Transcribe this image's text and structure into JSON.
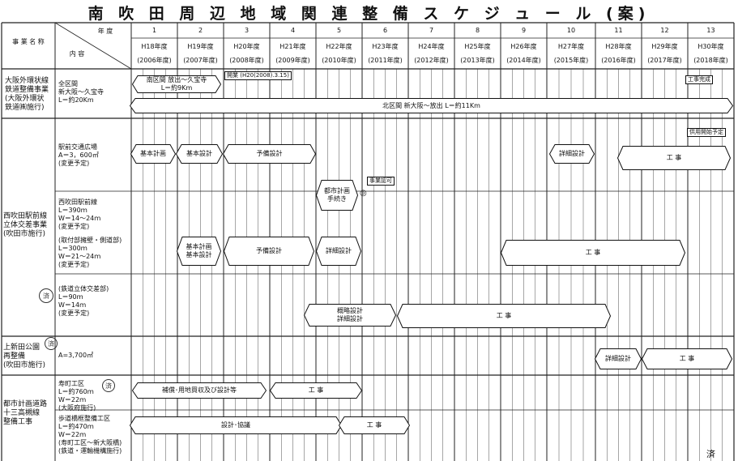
{
  "title": "南 吹 田 周 辺 地 域 関 連 整 備 ス ケ ジ ュ ー ル (案)",
  "header": {
    "year_label": "年 度",
    "content_label": "内 容",
    "project_label": "事 業 名 称",
    "years": [
      {
        "no": "1",
        "jp": "H18年度",
        "ad": "(2006年度)"
      },
      {
        "no": "2",
        "jp": "H19年度",
        "ad": "(2007年度)"
      },
      {
        "no": "3",
        "jp": "H20年度",
        "ad": "(2008年度)"
      },
      {
        "no": "4",
        "jp": "H21年度",
        "ad": "(2009年度)"
      },
      {
        "no": "5",
        "jp": "H22年度",
        "ad": "(2010年度)"
      },
      {
        "no": "6",
        "jp": "H23年度",
        "ad": "(2011年度)"
      },
      {
        "no": "7",
        "jp": "H24年度",
        "ad": "(2012年度)"
      },
      {
        "no": "8",
        "jp": "H25年度",
        "ad": "(2013年度)"
      },
      {
        "no": "9",
        "jp": "H26年度",
        "ad": "(2014年度)"
      },
      {
        "no": "10",
        "jp": "H27年度",
        "ad": "(2015年度)"
      },
      {
        "no": "11",
        "jp": "H28年度",
        "ad": "(2016年度)"
      },
      {
        "no": "12",
        "jp": "H29年度",
        "ad": "(2017年度)"
      },
      {
        "no": "13",
        "jp": "H30年度",
        "ad": "(2018年度)"
      }
    ]
  },
  "sections": [
    {
      "name": "大阪外環状線\n鉄道整備事業\n(大阪外環状\n鉄道㈱施行)"
    },
    {
      "name": "西吹田駅前線\n立体交差事業\n(吹田市施行)"
    },
    {
      "name": "上新田公園\n再整備\n(吹田市施行)"
    },
    {
      "name": "都市計画道路\n十三高槻線\n整備工事"
    }
  ],
  "details": {
    "osaka_all": "全区間\n新大阪～久宝寺\nL＝約20Km",
    "station_plaza": "駅前交通広場\nA＝3，600㎡\n(変更予定)",
    "nishi_road": "西吹田駅前線\nL＝390ｍ\nW＝14～24ｍ\n(変更予定)",
    "approach": "(取付部擁壁・側道部)\nL＝300ｍ\nW＝21～24ｍ\n(変更予定)",
    "rail_cross": "(鉄道立体交差部)\nL＝90ｍ\nW＝14ｍ\n(変更予定)",
    "park_area": "A=3,700㎡",
    "kotobuki": "寿町工区\nL＝約760ｍ\nW＝22ｍ\n(大阪府施行)",
    "walkway": "歩道橋框整備工区\nL＝約470ｍ\nW＝22ｍ\n(寿町工区～新大阪橋)\n(鉄道・運輸機構施行)"
  },
  "bars": {
    "south_section": "南区間 放出～久宝寺\nL＝約9Km",
    "north_section": "北区間 新大阪～放出 L＝約11Km",
    "basic_plan": "基本計画",
    "basic_design": "基本設計",
    "prelim_design": "予備設計",
    "detail_design": "詳細設計",
    "construction": "工 事",
    "city_plan": "都市計画\n手続き",
    "basic_plan_design": "基本計画\n基本設計",
    "prelim_design2": "予備設計",
    "detail_design2": "詳細設計",
    "construction2": "工 事",
    "outline_detail": "概略設計\n詳細設計",
    "construction3": "工 事",
    "park_detail": "詳細設計",
    "park_construction": "工 事",
    "compensation": "補償･用地買収及び設計等",
    "construction4": "工 事",
    "design_consult": "設計･協議",
    "construction5": "工 事"
  },
  "notes": {
    "open_note": "開業 (H20(2008).3.15)",
    "complete_note": "工事完成",
    "service_note": "供用開始予定",
    "approval_note": "事業認可",
    "approval_mark": "◎",
    "stamp1": "済",
    "stamp2": "済",
    "stamp3": "済",
    "corner_mark": "済"
  }
}
